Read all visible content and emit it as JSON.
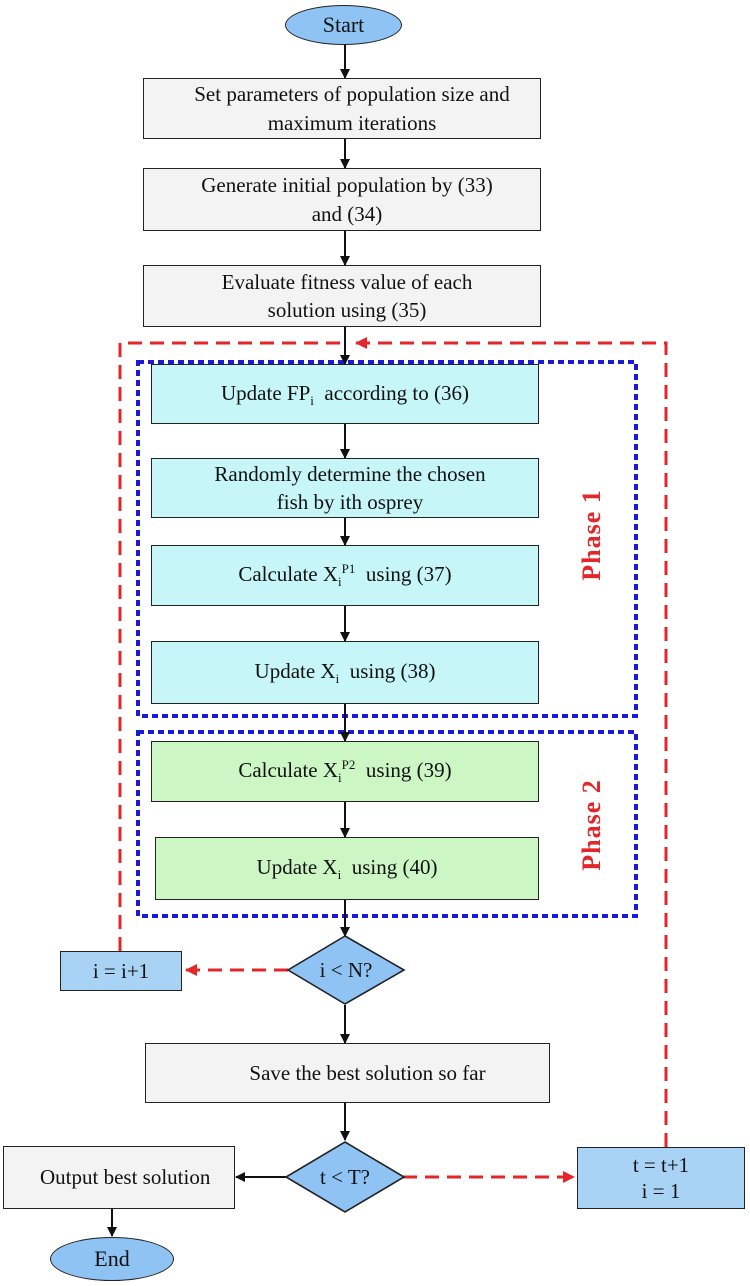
{
  "nodes": {
    "start": "Start",
    "set_params": "Set parameters of population size and maximum iterations",
    "generate": "Generate initial population by (33) and (34)",
    "evaluate": "Evaluate fitness value of each solution using (35)",
    "update_fp": {
      "pre": "Update FP",
      "sub": "i",
      "post": "  according to (36)"
    },
    "randomly": "Randomly determine the chosen fish by ith osprey",
    "calc_p1": {
      "pre": "Calculate X",
      "sub": "i",
      "sup": "P1",
      "post": "  using (37)"
    },
    "update_x38": {
      "pre": "Update X",
      "sub": "i",
      "post": "  using (38)"
    },
    "calc_p2": {
      "pre": "Calculate X",
      "sub": "i",
      "sup": "P2",
      "post": "  using (39)"
    },
    "update_x40": {
      "pre": "Update X",
      "sub": "i",
      "post": "  using (40)"
    },
    "decision_i": "i < N?",
    "increment_i": "i = i+1",
    "save_best": "Save the best solution so far",
    "decision_t": "t < T?",
    "output_best": "Output best solution",
    "increment_t": [
      "t = t+1",
      "i = 1"
    ],
    "end": "End"
  },
  "phases": {
    "phase1": "Phase 1",
    "phase2": "Phase 2"
  },
  "colors": {
    "terminal_fill": "#8ec3f3",
    "process_fill": "#f3f3f3",
    "phase1_fill": "#c6f6f8",
    "phase2_fill": "#ccf7c4",
    "counter_fill": "#a9d3f5",
    "loop_line": "#e3262a",
    "phase_border": "#1a1ad6"
  }
}
